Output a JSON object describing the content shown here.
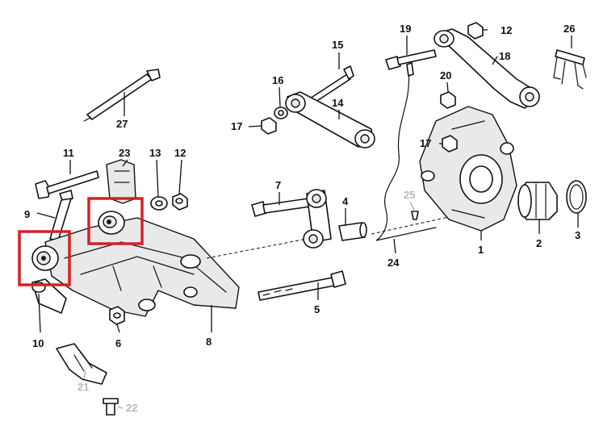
{
  "callouts": {
    "n1": "1",
    "n2": "2",
    "n3": "3",
    "n4": "4",
    "n5": "5",
    "n6": "6",
    "n7": "7",
    "n8": "8",
    "n9": "9",
    "n10": "10",
    "n11": "11",
    "n12a": "12",
    "n12b": "12",
    "n13": "13",
    "n14": "14",
    "n15": "15",
    "n16": "16",
    "n17a": "17",
    "n17b": "17",
    "n18": "18",
    "n19": "19",
    "n20": "20",
    "n21": "21",
    "n22": "22",
    "n23": "23",
    "n24": "24",
    "n25": "25",
    "n26": "26",
    "n27": "27"
  },
  "colors": {
    "highlight": "#d62026",
    "line": "#111111",
    "faded_label": "#b8b8b8"
  }
}
